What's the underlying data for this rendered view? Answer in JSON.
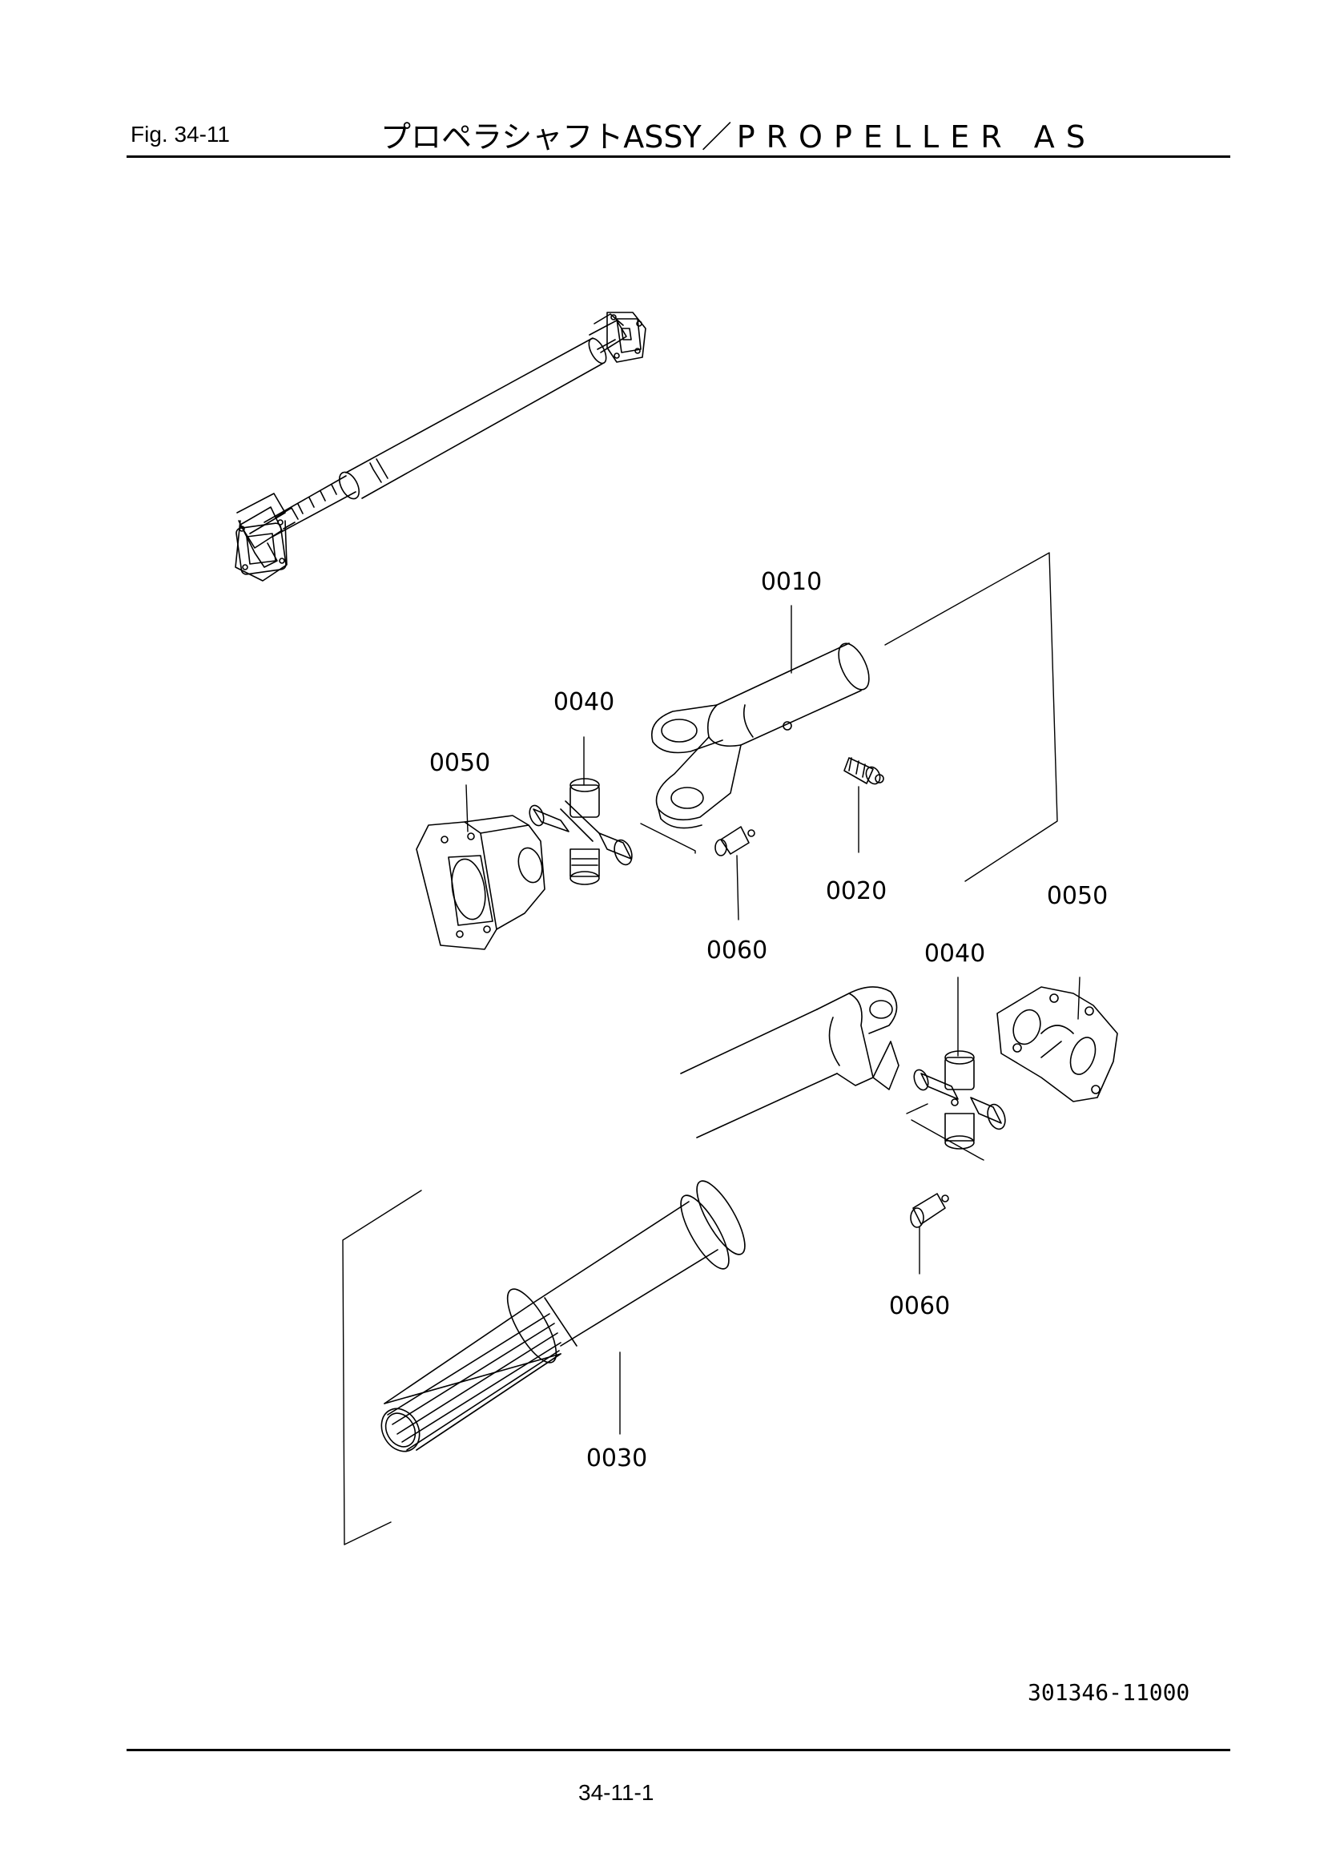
{
  "header": {
    "figure_label": "Fig.  34-11",
    "title_jp": "プロペラシャフト",
    "title_assy": "ASSY",
    "title_sep": "／",
    "title_en": "PROPELLER AS"
  },
  "callouts": {
    "c0010": "0010",
    "c0020": "0020",
    "c0030": "0030",
    "c0040_upper": "0040",
    "c0040_lower": "0040",
    "c0050_left": "0050",
    "c0050_right": "0050",
    "c0060_upper": "0060",
    "c0060_lower": "0060"
  },
  "footer": {
    "document_code": "301346-11000",
    "page_number": "34-11-1"
  }
}
